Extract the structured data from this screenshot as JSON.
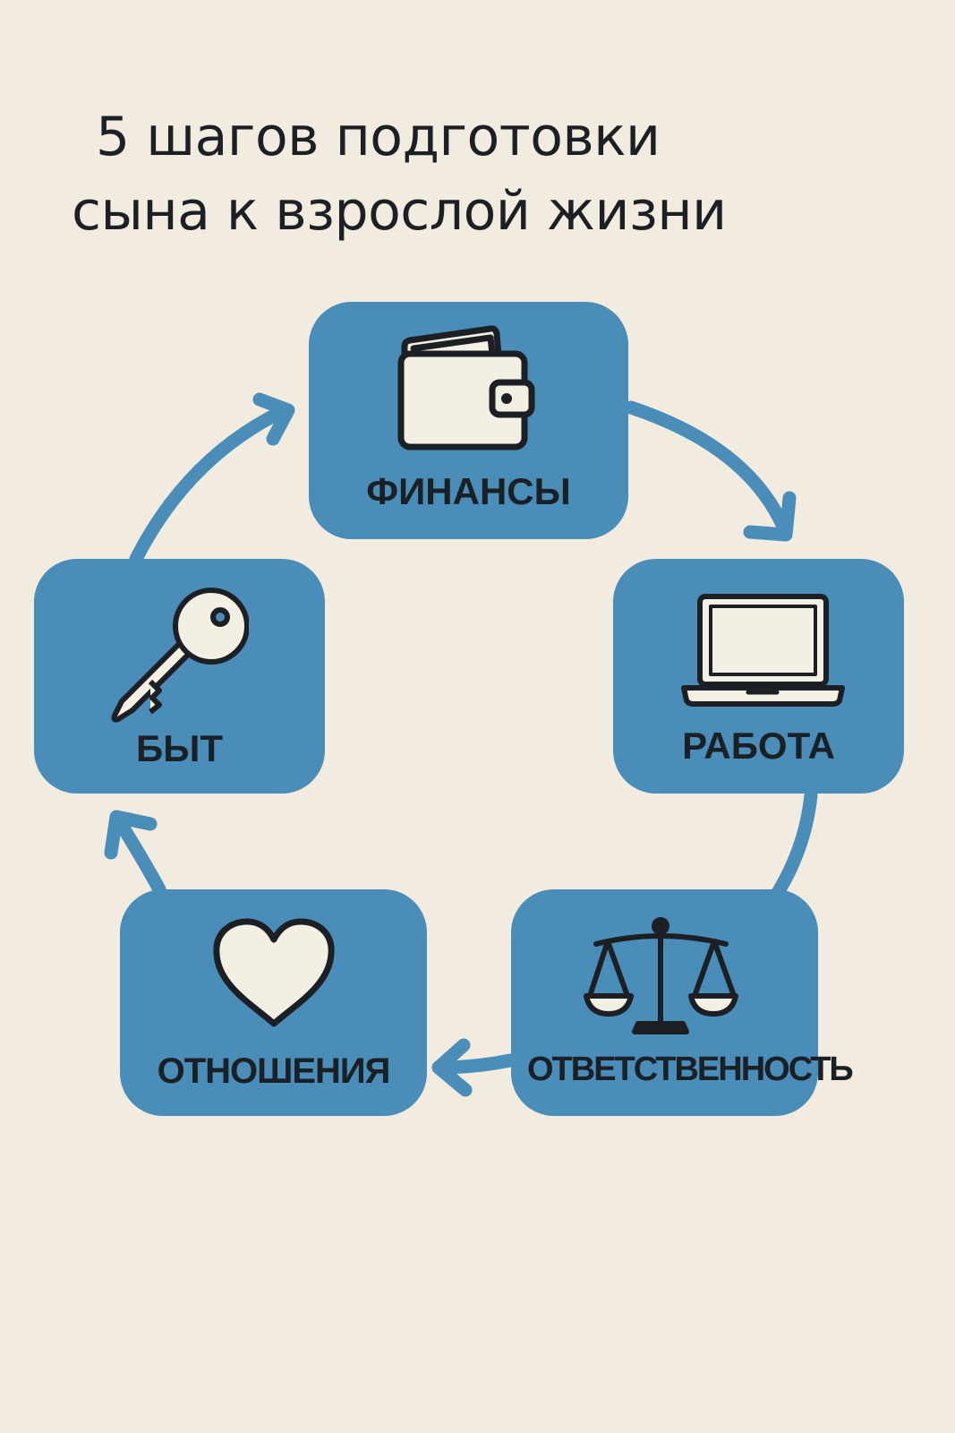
{
  "title": {
    "line1": "5 шагов подготовки",
    "line2": "сына к взрослой жизни"
  },
  "steps": {
    "finance": {
      "label": "ФИНАНСЫ",
      "icon": "wallet-icon"
    },
    "work": {
      "label": "РАБОТА",
      "icon": "laptop-icon"
    },
    "responsibility": {
      "label": "ОТВЕТСТВЕННОСТЬ",
      "icon": "scales-icon"
    },
    "relations": {
      "label": "ОТНОШЕНИЯ",
      "icon": "heart-icon"
    },
    "home": {
      "label": "БЫТ",
      "icon": "key-icon"
    }
  },
  "colors": {
    "background": "#f2ece0",
    "card": "#4a8db8",
    "arrow": "#4a8db8",
    "text": "#1c2024",
    "icon_fill": "#f4efe3"
  }
}
